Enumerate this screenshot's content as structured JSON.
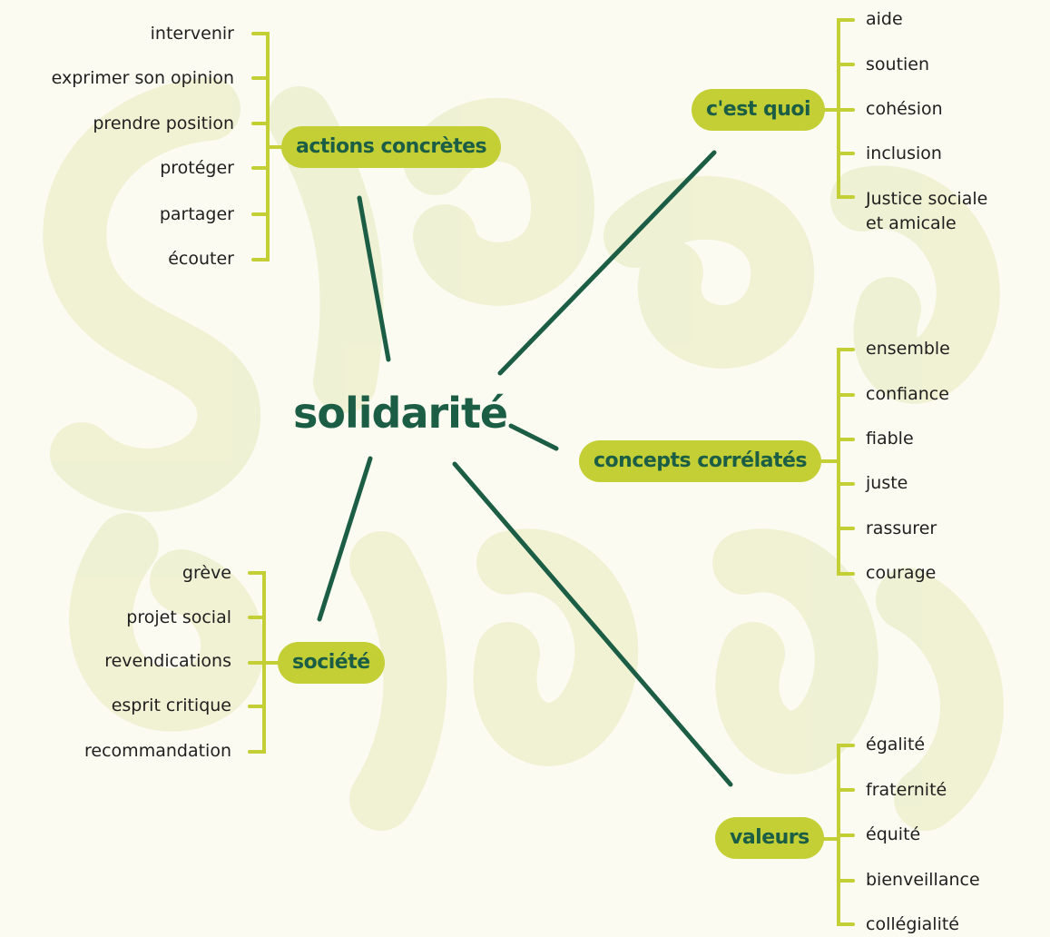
{
  "center": {
    "title": "solidarité"
  },
  "groups": {
    "actions": {
      "label": "actions concrètes",
      "items": [
        "intervenir",
        "exprimer son opinion",
        "prendre position",
        "protéger",
        "partager",
        "écouter"
      ]
    },
    "quoi": {
      "label": "c'est quoi",
      "items": [
        "aide",
        "soutien",
        "cohésion",
        "inclusion",
        "Justice sociale\net amicale"
      ]
    },
    "concepts": {
      "label": "concepts corrélatés",
      "items": [
        "ensemble",
        "confiance",
        "fiable",
        "juste",
        "rassurer",
        "courage"
      ]
    },
    "societe": {
      "label": "société",
      "items": [
        "grève",
        "projet social",
        "revendications",
        "esprit critique",
        "recommandation"
      ]
    },
    "valeurs": {
      "label": "valeurs",
      "items": [
        "égalité",
        "fraternité",
        "équité",
        "bienveillance",
        "collégialité"
      ]
    }
  },
  "colors": {
    "background": "#fbfbf2",
    "pill": "#c3cf35",
    "dark_green": "#1b5e45",
    "bracket": "#c3cf35",
    "watermark": "#eef0cf"
  }
}
